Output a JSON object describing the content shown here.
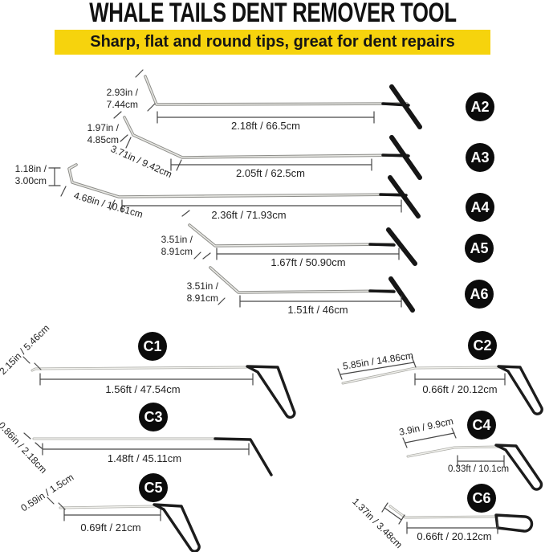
{
  "header": {
    "title": "WHALE TAILS DENT REMOVER TOOL",
    "subtitle": "Sharp, flat and round tips, great for dent repairs"
  },
  "colors": {
    "banner_bg": "#F6D30D",
    "badge_bg": "#0B0B0B",
    "badge_text": "#FFFFFF"
  },
  "tools": {
    "a2": {
      "badge": "A2",
      "tip1": "2.93in /",
      "tip2": "7.44cm",
      "length": "2.18ft / 66.5cm"
    },
    "a3": {
      "badge": "A3",
      "tip1": "1.97in /",
      "tip2": "4.85cm",
      "diag": "3.71in / 9.42cm",
      "length": "2.05ft / 62.5cm"
    },
    "a4": {
      "badge": "A4",
      "tip1": "1.18in /",
      "tip2": "3.00cm",
      "diag": "4.68in / 10.61cm",
      "length": "2.36ft / 71.93cm"
    },
    "a5": {
      "badge": "A5",
      "tip1": "3.51in /",
      "tip2": "8.91cm",
      "length": "1.67ft / 50.90cm"
    },
    "a6": {
      "badge": "A6",
      "tip1": "3.51in /",
      "tip2": "8.91cm",
      "length": "1.51ft / 46cm"
    },
    "c1": {
      "badge": "C1",
      "tip": "2.15in / 5.46cm",
      "length": "1.56ft / 47.54cm"
    },
    "c2": {
      "badge": "C2",
      "tip": "5.85in / 14.86cm",
      "length": "0.66ft / 20.12cm"
    },
    "c3": {
      "badge": "C3",
      "tip": "0.86in / 2.18cm",
      "length": "1.48ft / 45.11cm"
    },
    "c4": {
      "badge": "C4",
      "tip": "3.9in / 9.9cm",
      "length": "0.33ft / 10.1cm"
    },
    "c5": {
      "badge": "C5",
      "tip": "0.59in / 1.5cm",
      "length": "0.69ft / 21cm"
    },
    "c6": {
      "badge": "C6",
      "tip": "1.37in / 3.48cm",
      "length": "0.66ft / 20.12cm"
    }
  }
}
